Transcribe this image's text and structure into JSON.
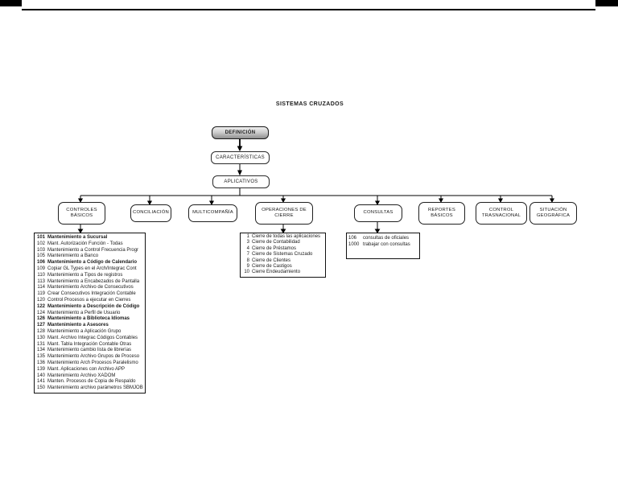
{
  "page": {
    "title": "SISTEMAS CRUZADOS"
  },
  "flow": {
    "definicion": "DEFINICIÓN",
    "caracteristicas": "CARACTERÍSTICAS",
    "aplicativos": "APLICATIVOS"
  },
  "branches": [
    {
      "id": "controles-basicos",
      "label": "CONTROLES\nBÁSICOS"
    },
    {
      "id": "conciliacion",
      "label": "CONCILIACIÓN"
    },
    {
      "id": "multicompania",
      "label": "MULTICOMPAÑÍA"
    },
    {
      "id": "operaciones-cierre",
      "label": "OPERACIONES DE\nCIERRE"
    },
    {
      "id": "consultas",
      "label": "CONSULTAS"
    },
    {
      "id": "reportes-basicos",
      "label": "REPORTES\nBÁSICOS"
    },
    {
      "id": "control-trasnacional",
      "label": "CONTROL\nTRASNACIONAL"
    },
    {
      "id": "situacion-geografica",
      "label": "SITUACIÓN\nGEOGRÁFICA"
    }
  ],
  "lists": {
    "controles_basicos": [
      {
        "num": "101",
        "text": "Mantenimiento a Sucursal",
        "bold": true
      },
      {
        "num": "102",
        "text": "Mant. Autorización Función - Todas",
        "bold": false
      },
      {
        "num": "103",
        "text": "Mantenimiento a Control Frecuencia Progr",
        "bold": false
      },
      {
        "num": "105",
        "text": "Mantenimiento a Banco",
        "bold": false
      },
      {
        "num": "106",
        "text": "Mantenimiento a Código de Calendario",
        "bold": true
      },
      {
        "num": "109",
        "text": "Copiar GL Types en el Arch/Integrac Cont",
        "bold": false
      },
      {
        "num": "110",
        "text": "Mantenimiento a Tipos de registros",
        "bold": false
      },
      {
        "num": "113",
        "text": "Mantenimiento a Encabezados de Pantalla",
        "bold": false
      },
      {
        "num": "114",
        "text": "Mantenimiento Archivo de Consecutivos",
        "bold": false
      },
      {
        "num": "119",
        "text": "Crear Consecutivos Integración Contable",
        "bold": false
      },
      {
        "num": "120",
        "text": "Control Procesos a ejecutar en Cierres",
        "bold": false
      },
      {
        "num": "122",
        "text": "Mantenimiento a Descripción de Código",
        "bold": true
      },
      {
        "num": "124",
        "text": "Mantenimiento a Perfil de Usuario",
        "bold": false
      },
      {
        "num": "126",
        "text": "Mantenimiento a Biblioteca Idiomas",
        "bold": true
      },
      {
        "num": "127",
        "text": "Mantenimiento a Asesores",
        "bold": true
      },
      {
        "num": "128",
        "text": "Mantenimiento a Aplicación Grupo",
        "bold": false
      },
      {
        "num": "130",
        "text": "Mant. Archivo Integrac Códigos Contables",
        "bold": false
      },
      {
        "num": "131",
        "text": "Mant. Tabla Integración Contable Otras",
        "bold": false
      },
      {
        "num": "134",
        "text": "Mantenimiento cambio lista de librerías",
        "bold": false
      },
      {
        "num": "135",
        "text": "Mantenimiento Archivo Grupos de Proceso",
        "bold": false
      },
      {
        "num": "136",
        "text": "Mantenimiento Arch Procesos Paralelismo",
        "bold": false
      },
      {
        "num": "139",
        "text": "Mant. Aplicaciones con Archivo APP",
        "bold": false
      },
      {
        "num": "140",
        "text": "Mantenimiento Archivo XADOM",
        "bold": false
      },
      {
        "num": "141",
        "text": "Manten. Procesos de Copia de Respaldo",
        "bold": false
      },
      {
        "num": "150",
        "text": "Mantenimiento archivo parámetros SBMJOB",
        "bold": false
      }
    ],
    "operaciones_cierre": [
      {
        "num": "1",
        "text": "Cierre de todas las aplicaciones",
        "bold": false
      },
      {
        "num": "3",
        "text": "Cierre de Contabilidad",
        "bold": false
      },
      {
        "num": "4",
        "text": "Cierre de Préstamos",
        "bold": false
      },
      {
        "num": "7",
        "text": "Cierre de Sistemas Cruzado",
        "bold": false
      },
      {
        "num": "8",
        "text": "Cierre de Clientes",
        "bold": false
      },
      {
        "num": "9",
        "text": "Cierre de Castigos",
        "bold": false
      },
      {
        "num": "10",
        "text": "Cierre Endeudamiento",
        "bold": false
      }
    ],
    "consultas": [
      {
        "num": "106",
        "text": "consultas de oficiales",
        "bold": false
      },
      {
        "num": "1000",
        "text": "trabajar con consultas",
        "bold": false
      }
    ]
  },
  "colors": {
    "line": "#000000",
    "definicion_fill_top": "#efefef",
    "definicion_fill_bottom": "#8f8f8f",
    "box_border": "#1f1f1f"
  }
}
